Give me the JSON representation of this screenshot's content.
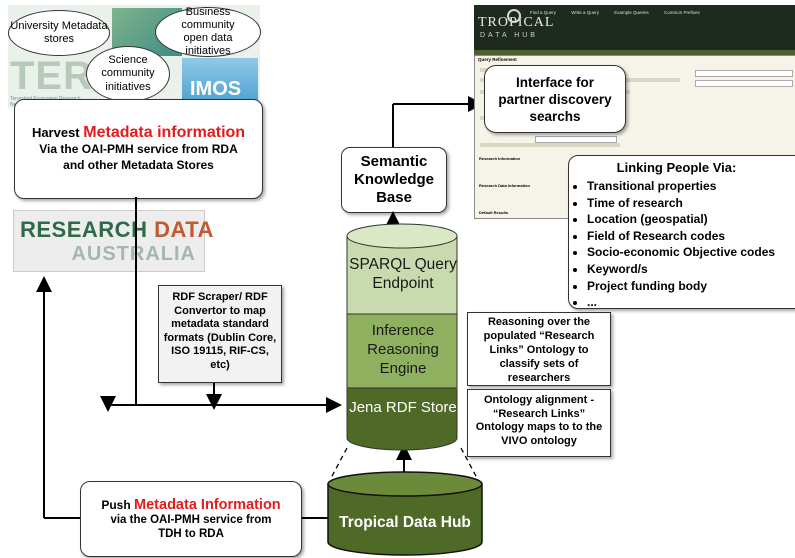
{
  "bubbles": {
    "university": "University Metadata stores",
    "business": "Business community open data initiatives",
    "science": "Science community initiatives"
  },
  "logos": {
    "tern_big": "TERN",
    "tern_sub": "Terrestrial Ecosystem Research Network",
    "imos": "IMOS",
    "rda_line1": "RESEARCH",
    "rda_line1b": "DATA",
    "rda_line2": "AUSTRALIA"
  },
  "harvest": {
    "lead": "Harvest",
    "highlight": "Metadata information",
    "rest": "Via the OAI-PMH service from RDA and other Metadata Stores"
  },
  "rdf_scraper": "RDF Scraper/ RDF Convertor to map metadata standard formats (Dublin Core, ISO 19115, RIF-CS, etc)",
  "semantic_kb": "Semantic Knowledge Base",
  "cylinder": {
    "sparql": "SPARQL Query Endpoint",
    "inference": "Inference Reasoning Engine",
    "jena": "Jena RDF Store"
  },
  "reasoning_box": "Reasoning over the populated “Research Links” Ontology to classify sets of researchers",
  "ontology_box": "Ontology alignment - “Research Links” Ontology maps to to the VIVO ontology",
  "tdh_cylinder": "Tropical Data Hub",
  "push": {
    "lead": "Push",
    "highlight": "Metadata Information",
    "rest": "via the OAI-PMH service from TDH to RDA"
  },
  "interface_box": "Interface for partner discovery searchs",
  "screenshot": {
    "logo_line1": "TROPICAL",
    "logo_line2": "DATA HUB",
    "nav": [
      "Find a Query",
      "Write a Query",
      "Example Queries",
      "Common Prefixes"
    ],
    "section": "Query Refinement",
    "labels": [
      "Research Information",
      "Research Data Information",
      "Default Results"
    ]
  },
  "linking": {
    "title": "Linking People Via:",
    "items": [
      "Transitional properties",
      "Time of research",
      "Location (geospatial)",
      "Field of Research codes",
      "Socio-economic Objective codes",
      "Keyword/s",
      "Project funding body",
      "..."
    ]
  },
  "colors": {
    "cyl_light": "#c9dbae",
    "cyl_mid": "#8fb05e",
    "cyl_dark": "#4f6a26",
    "red": "#e31b1b"
  }
}
